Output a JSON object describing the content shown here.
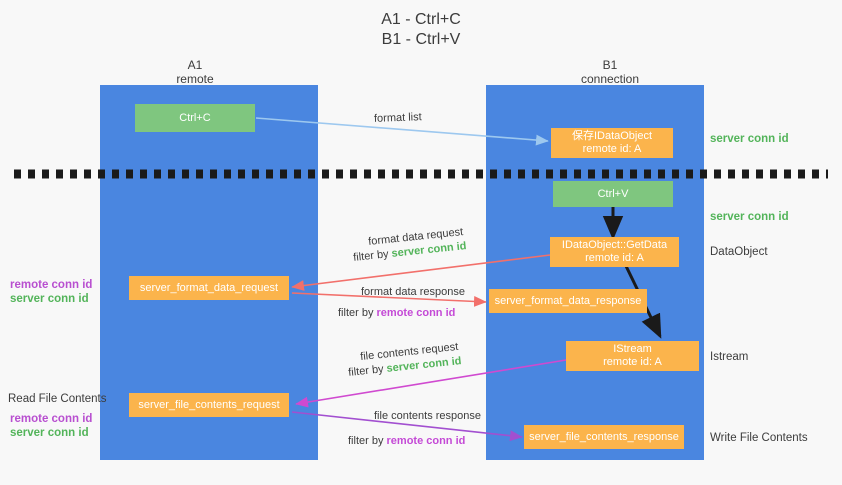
{
  "title": {
    "line1": "A1 - Ctrl+C",
    "line2": "B1 - Ctrl+V"
  },
  "columns": [
    {
      "name": "A1",
      "sub": "remote"
    },
    {
      "name": "B1",
      "sub": "connection"
    }
  ],
  "boxes": {
    "ctrl_c": {
      "line1": "Ctrl+C",
      "line2": ""
    },
    "save_dataobj": {
      "line1": "保存IDataObject",
      "line2": "remote id: A"
    },
    "ctrl_v": {
      "line1": "Ctrl+V",
      "line2": ""
    },
    "getdata": {
      "line1": "IDataObject::GetData",
      "line2": "remote id: A"
    },
    "fmt_req": {
      "line1": "server_format_data_request",
      "line2": ""
    },
    "fmt_resp": {
      "line1": "server_format_data_response",
      "line2": ""
    },
    "istream": {
      "line1": "IStream",
      "line2": "remote id: A"
    },
    "file_req": {
      "line1": "server_file_contents_request",
      "line2": ""
    },
    "file_resp": {
      "line1": "server_file_contents_response",
      "line2": ""
    }
  },
  "right_labels": {
    "server_conn_id_1": "server conn id",
    "server_conn_id_2": "server conn id",
    "dataobject": "DataObject",
    "istream": "Istream",
    "write_file_contents": "Write File Contents"
  },
  "left_labels": {
    "remote_conn_id_1": "remote conn id",
    "server_conn_id_1": "server conn id",
    "read_file_contents": "Read File Contents",
    "remote_conn_id_2": "remote conn id",
    "server_conn_id_2": "server conn id"
  },
  "edges": {
    "format_list": "format list",
    "format_data_request": "format data request",
    "format_data_request_filter_pre": "filter by ",
    "format_data_request_filter_key": "server conn id",
    "format_data_response": "format data response",
    "format_data_response_filter_pre": "filter by ",
    "format_data_response_filter_key": "remote conn id",
    "file_contents_request": "file contents request",
    "file_contents_request_filter_pre": "filter by ",
    "file_contents_request_filter_key": "server conn id",
    "file_contents_response": "file contents response",
    "file_contents_response_filter_pre": "filter by ",
    "file_contents_response_filter_key": "remote conn id"
  },
  "colors": {
    "lane": "#4a86e0",
    "green_box": "#7fc67f",
    "orange_box": "#fbb44c",
    "green_text": "#53b45a",
    "purple_text": "#b84fd0",
    "arrow_lightblue": "#9dc8ef",
    "arrow_red": "#f2706b",
    "arrow_magenta": "#d04ad0",
    "arrow_purple": "#a24fd0",
    "arrow_black": "#1a1a1a",
    "divider": "#1a1a1a"
  }
}
